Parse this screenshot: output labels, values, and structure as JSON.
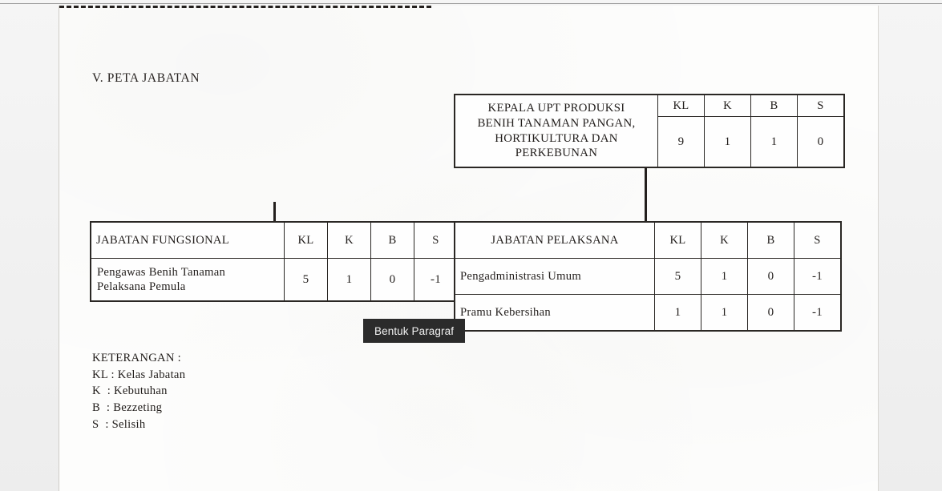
{
  "document": {
    "section_title": "V. PETA JABATAN"
  },
  "column_headers": {
    "name": "",
    "kl": "KL",
    "k": "K",
    "b": "B",
    "s": "S"
  },
  "kepala_box": {
    "title": "KEPALA UPT PRODUKSI BENIH TANAMAN PANGAN, HORTIKULTURA DAN PERKEBUNAN",
    "title_line1": "KEPALA UPT PRODUKSI",
    "title_line2": "BENIH TANAMAN PANGAN,",
    "title_line3": "HORTIKULTURA DAN",
    "title_line4": "PERKEBUNAN",
    "header_kl": "KL",
    "header_k": "K",
    "header_b": "B",
    "header_s": "S",
    "kl": "9",
    "k": "1",
    "b": "1",
    "s": "0"
  },
  "fungsional_box": {
    "header_name": "JABATAN FUNGSIONAL",
    "header_kl": "KL",
    "header_k": "K",
    "header_b": "B",
    "header_s": "S",
    "rows": [
      {
        "name": "Pengawas Benih Tanaman Pelaksana Pemula",
        "name_line1": "Pengawas Benih Tanaman",
        "name_line2": "Pelaksana Pemula",
        "kl": "5",
        "k": "1",
        "b": "0",
        "s": "-1"
      }
    ]
  },
  "pelaksana_box": {
    "header_name": "JABATAN PELAKSANA",
    "header_kl": "KL",
    "header_k": "K",
    "header_b": "B",
    "header_s": "S",
    "rows": [
      {
        "name": "Pengadministrasi Umum",
        "kl": "5",
        "k": "1",
        "b": "0",
        "s": "-1"
      },
      {
        "name": "Pramu Kebersihan",
        "kl": "1",
        "k": "1",
        "b": "0",
        "s": "-1"
      }
    ]
  },
  "legend": {
    "title": "KETERANGAN :",
    "entries": [
      "KL : Kelas Jabatan",
      "K  : Kebutuhan",
      "B  : Bezzeting",
      "S  : Selisih"
    ]
  },
  "tooltip": {
    "label": "Bentuk Paragraf"
  },
  "colors": {
    "ink": "#231f1d",
    "page": "#fdfdfc",
    "surround": "#f1f1f1",
    "tooltip_bg": "#2b2b2b",
    "tooltip_fg": "#f2f2f2"
  }
}
